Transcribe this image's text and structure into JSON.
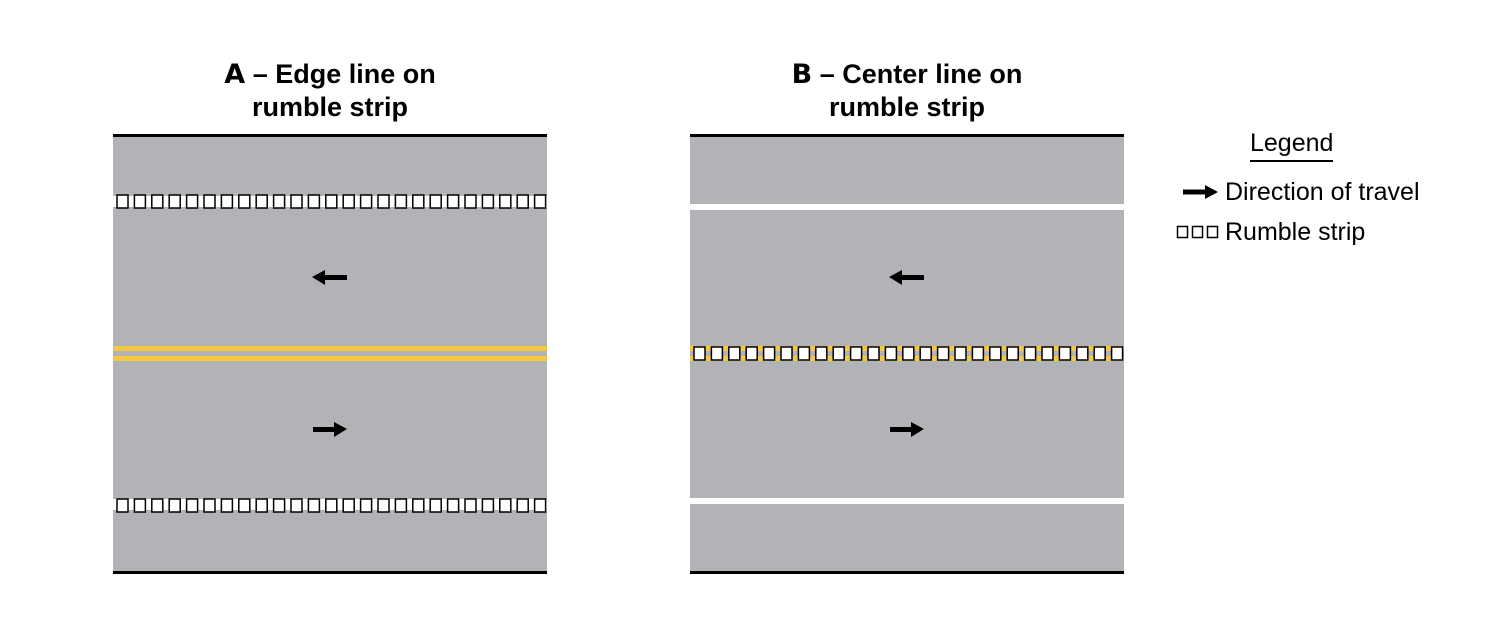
{
  "panel_a": {
    "letter": "A",
    "title_rest": " – Edge line on",
    "title_line2": "rumble strip"
  },
  "panel_b": {
    "letter": "B",
    "title_rest": " – Center line on",
    "title_line2": "rumble strip"
  },
  "legend": {
    "title": "Legend",
    "items": [
      {
        "icon": "arrow-right-icon",
        "label": "Direction of travel"
      },
      {
        "icon": "rumble-strip-icon",
        "label": "Rumble strip"
      }
    ]
  },
  "colors": {
    "pavement": "#b2b3b6",
    "edge_line": "#000000",
    "white_line": "#ffffff",
    "center_line_yellow": "#f5c842",
    "arrow": "#000000"
  }
}
